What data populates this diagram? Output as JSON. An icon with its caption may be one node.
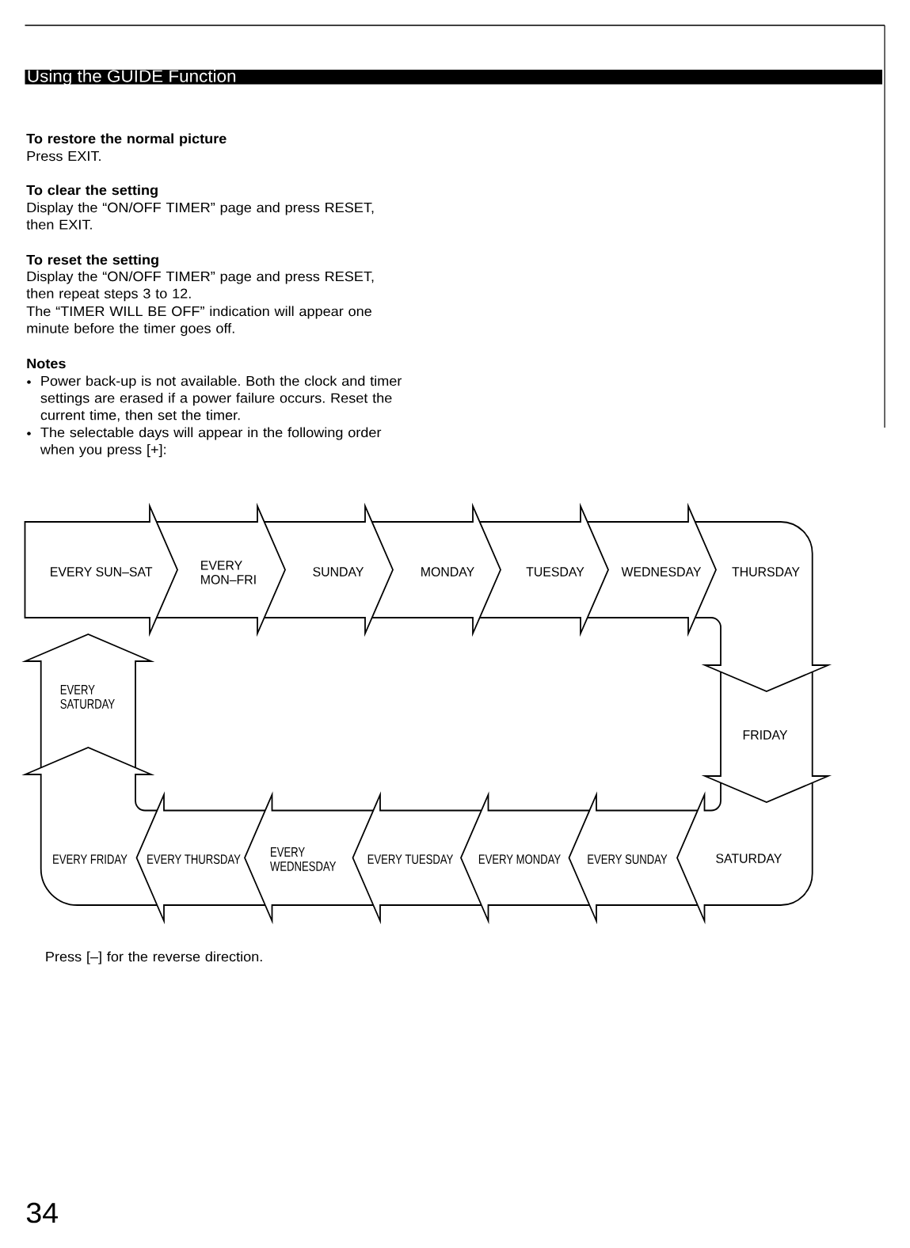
{
  "diagram": {
    "title": "Using the GUIDE Function",
    "nodes": [
      {
        "text": [
          "EVERY SUN–SAT"
        ]
      },
      {
        "text": [
          "EVERY MON–FRI"
        ]
      },
      {
        "text": [
          "SUNDAY"
        ]
      },
      {
        "text": [
          "MONDAY"
        ]
      },
      {
        "text": [
          "TUESDAY"
        ]
      },
      {
        "text": [
          "WEDNESDAY"
        ]
      },
      {
        "text": [
          "THURSDAY"
        ]
      },
      {
        "text": [
          "FRIDAY"
        ]
      },
      {
        "text": [
          "SATURDAY"
        ]
      },
      {
        "text": [
          "EVERY SUNDAY"
        ]
      },
      {
        "text": [
          "EVERY MONDAY"
        ]
      },
      {
        "text": [
          "EVERY TUESDAY"
        ]
      },
      {
        "text": [
          "EVERY WEDNESDAY"
        ]
      },
      {
        "text": [
          "EVERY THURSDAY"
        ]
      },
      {
        "text": [
          "EVERY FRIDAY"
        ]
      },
      {
        "text": [
          "EVERY SATURDAY"
        ]
      }
    ],
    "labels": [
      "To restore the normal picture",
      "Press EXIT.",
      "To clear the setting",
      "Display the “ON/OFF TIMER” page and press RESET, then EXIT.",
      "To reset the setting",
      "Display the “ON/OFF TIMER” page and press RESET, then repeat steps 3 to 12.",
      "The “TIMER WILL BE OFF” indication will appear one minute before the timer goes off.",
      "Notes",
      "Power back-up is not available. Both the clock and timer settings are erased if a power failure occurs. Reset the current time, then set the timer.",
      "The selectable days will appear in the following order when you press [+]:",
      "Press [–] for the reverse direction.",
      "34"
    ]
  }
}
